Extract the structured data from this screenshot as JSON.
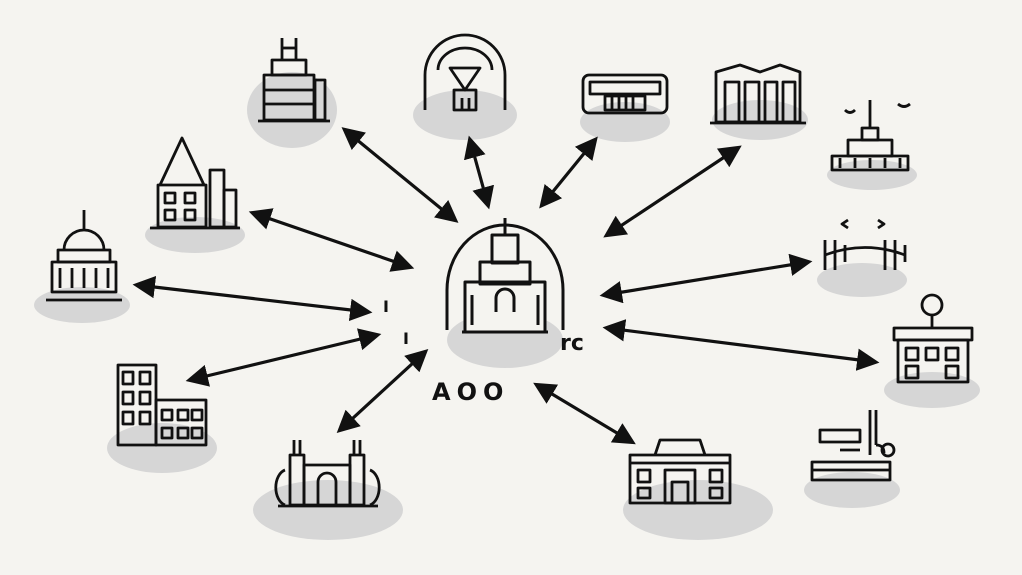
{
  "diagram": {
    "background": "#f5f4f0",
    "ink": "#111111",
    "shadow": "#d6d6d6",
    "center": {
      "icon": "cathedral-dome-icon",
      "caption_left": "I",
      "caption_left2": "I",
      "caption_bottom": "AOO",
      "caption_right": "rc"
    },
    "nodes": [
      {
        "id": "skyscraper-stack",
        "icon": "tower-building-icon"
      },
      {
        "id": "gazebo-arch",
        "icon": "pavilion-arch-icon"
      },
      {
        "id": "low-hall",
        "icon": "flat-hall-icon"
      },
      {
        "id": "grand-facade",
        "icon": "palace-facade-icon"
      },
      {
        "id": "temple-spire",
        "icon": "temple-spire-icon"
      },
      {
        "id": "gothic-church",
        "icon": "gothic-church-icon"
      },
      {
        "id": "dome-capitol",
        "icon": "capitol-dome-icon"
      },
      {
        "id": "twin-gate",
        "icon": "twin-gate-icon"
      },
      {
        "id": "city-block",
        "icon": "city-block-icon"
      },
      {
        "id": "clock-house",
        "icon": "clock-house-icon"
      },
      {
        "id": "castle-gate",
        "icon": "castle-gate-icon"
      },
      {
        "id": "museum-hall",
        "icon": "museum-hall-icon"
      },
      {
        "id": "industrial-plant",
        "icon": "industrial-plant-icon"
      }
    ]
  }
}
